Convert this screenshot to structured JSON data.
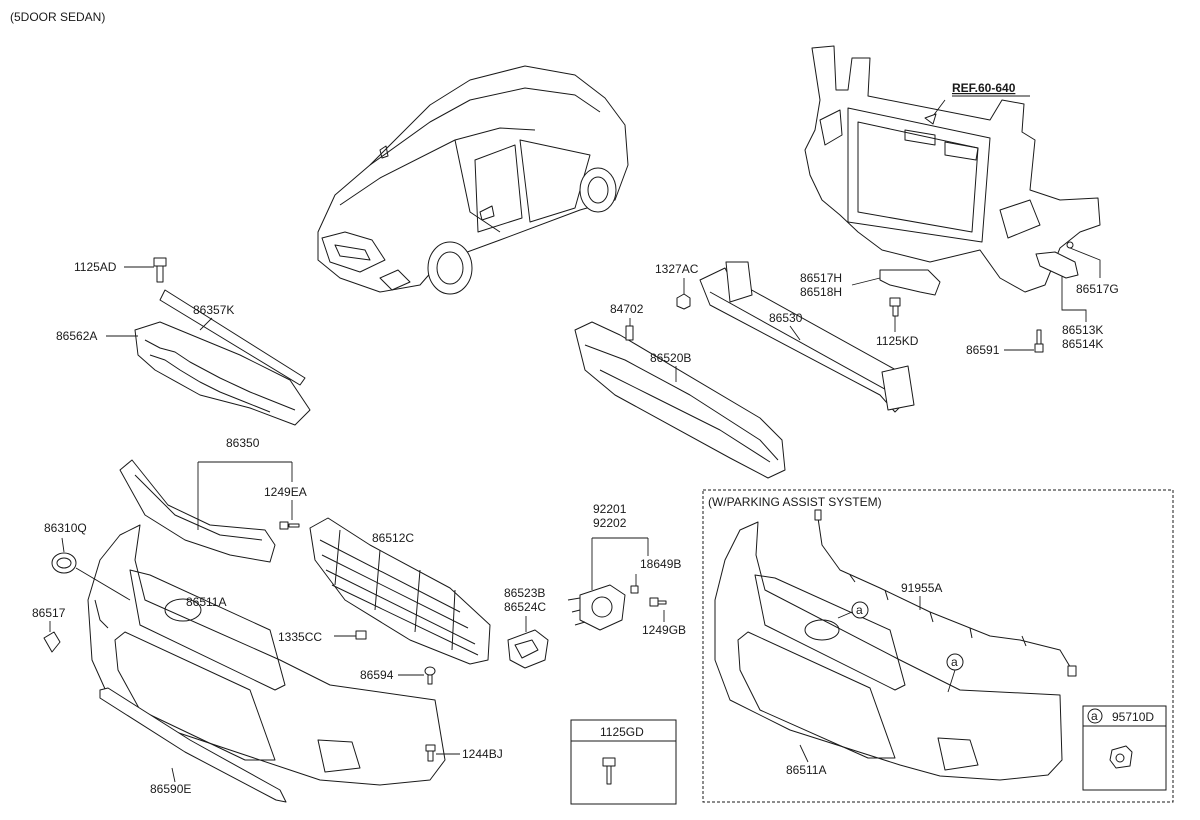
{
  "header": {
    "variant": "(5DOOR SEDAN)",
    "ref": "REF.60-640"
  },
  "parts": {
    "p1125AD": "1125AD",
    "p86357K": "86357K",
    "p86562A": "86562A",
    "p86350": "86350",
    "p1249EA": "1249EA",
    "p86310Q": "86310Q",
    "p86512C": "86512C",
    "p86511A": "86511A",
    "p86517": "86517",
    "p1335CC": "1335CC",
    "p86594": "86594",
    "p1244BJ": "1244BJ",
    "p86590E": "86590E",
    "p1327AC": "1327AC",
    "p84702": "84702",
    "p86530": "86530",
    "p86520B": "86520B",
    "p86517H": "86517H",
    "p86518H": "86518H",
    "p1125KD": "1125KD",
    "p86517G": "86517G",
    "p86513K": "86513K",
    "p86514K": "86514K",
    "p86591": "86591",
    "p92201": "92201",
    "p92202": "92202",
    "p18649B": "18649B",
    "p1249GB": "1249GB",
    "p86523B": "86523B",
    "p86524C": "86524C"
  },
  "bolt_box": {
    "label": "1125GD"
  },
  "parking": {
    "title": "(W/PARKING ASSIST SYSTEM)",
    "harness": "91955A",
    "bumper": "86511A",
    "callout_a1": "a",
    "callout_a2": "a",
    "sensor_ref_letter": "a",
    "sensor_part": "95710D"
  }
}
